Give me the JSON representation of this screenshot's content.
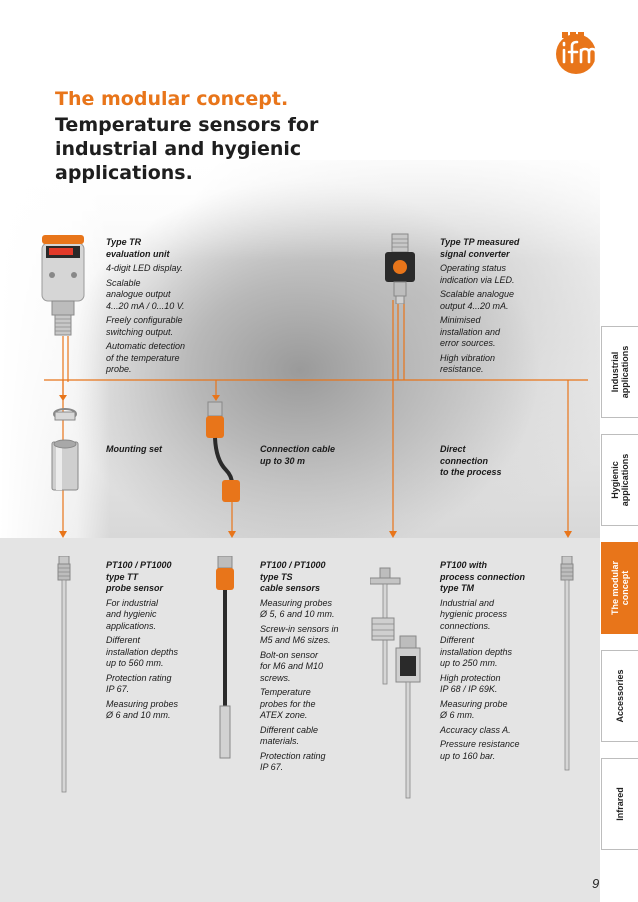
{
  "heading": {
    "title": "The modular concept.",
    "subtitle": "Temperature sensors for industrial and hygienic applications."
  },
  "blocks": {
    "tr": {
      "title": "Type TR\nevaluation unit",
      "lines": [
        "4-digit LED display.",
        "Scalable\nanalogue output\n4...20 mA / 0...10 V.",
        "Freely configurable\nswitching output.",
        "Automatic detection\nof the temperature\nprobe."
      ]
    },
    "tp": {
      "title": "Type TP measured\nsignal converter",
      "lines": [
        "Operating status\nindication via LED.",
        "Scalable analogue\noutput 4...20 mA.",
        "Minimised\ninstallation and\nerror sources.",
        "High vibration\nresistance."
      ]
    },
    "mounting": {
      "title": "Mounting set"
    },
    "cable": {
      "title": "Connection cable\nup to 30 m"
    },
    "direct": {
      "title": "Direct\nconnection\nto the process"
    },
    "tt": {
      "title": "PT100 / PT1000\ntype TT\nprobe sensor",
      "lines": [
        "For industrial\nand hygienic\napplications.",
        "Different\ninstallation depths\nup to 560 mm.",
        "Protection rating\nIP 67.",
        "Measuring probes\nØ 6 and 10 mm."
      ]
    },
    "ts": {
      "title": "PT100 / PT1000\ntype TS\ncable sensors",
      "lines": [
        "Measuring probes\nØ 5, 6 and 10 mm.",
        "Screw-in sensors in\nM5 and M6 sizes.",
        "Bolt-on sensor\nfor M6 and M10\nscrews.",
        "Temperature\nprobes for the\nATEX zone.",
        "Different cable\nmaterials.",
        "Protection rating\nIP 67."
      ]
    },
    "tm": {
      "title": "PT100 with\nprocess connection\ntype TM",
      "lines": [
        "Industrial and\nhygienic process\nconnections.",
        "Different\ninstallation depths\nup to 250 mm.",
        "High protection\nIP 68 / IP 69K.",
        "Measuring probe\nØ 6 mm.",
        "Accuracy class A.",
        "Pressure resistance\nup to 160 bar."
      ]
    }
  },
  "tabs": [
    {
      "label": "Industrial\napplications",
      "active": false
    },
    {
      "label": "Hygienic\napplications",
      "active": false
    },
    {
      "label": "The modular\nconcept",
      "active": true
    },
    {
      "label": "Accessories",
      "active": false
    },
    {
      "label": "Infrared",
      "active": false
    }
  ],
  "page_number": "9",
  "colors": {
    "accent": "#e8751a",
    "text": "#1e1e1e",
    "lower_band": "#e4e4e4"
  },
  "icons": {
    "logo": "ifm-logo"
  }
}
